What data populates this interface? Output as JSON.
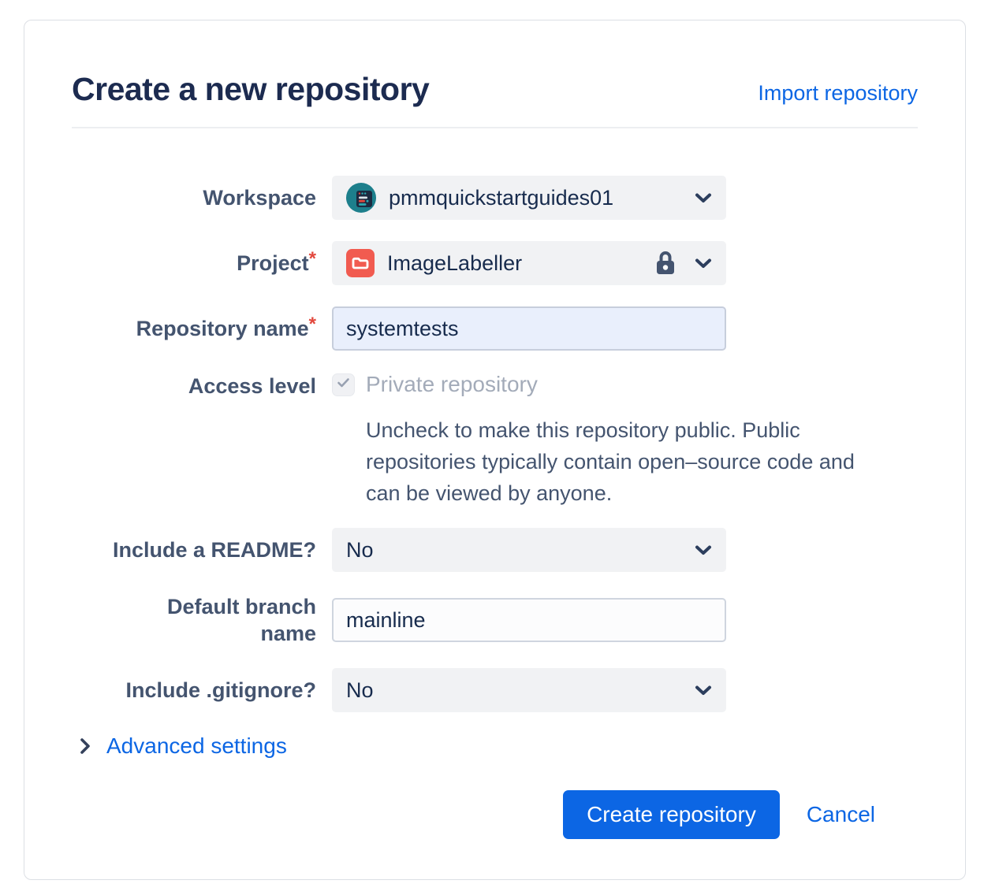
{
  "page": {
    "title": "Create a new repository",
    "import_link": "Import repository"
  },
  "form": {
    "workspace": {
      "label": "Workspace",
      "value": "pmmquickstartguides01"
    },
    "project": {
      "label": "Project",
      "required_mark": "*",
      "value": "ImageLabeller"
    },
    "repository_name": {
      "label": "Repository name",
      "required_mark": "*",
      "value": "systemtests"
    },
    "access_level": {
      "label": "Access level",
      "checkbox_checked": true,
      "checkbox_label": "Private repository",
      "help": "Uncheck to make this repository public. Public repositories typically contain open–source code and can be viewed by anyone."
    },
    "readme": {
      "label": "Include a README?",
      "value": "No"
    },
    "default_branch": {
      "label": "Default branch name",
      "value": "mainline"
    },
    "gitignore": {
      "label": "Include .gitignore?",
      "value": "No"
    },
    "advanced": {
      "label": "Advanced settings"
    }
  },
  "footer": {
    "create_label": "Create repository",
    "cancel_label": "Cancel"
  },
  "icons": {
    "workspace_avatar": "teal-workspace-avatar",
    "project_icon": "red-folder",
    "lock_icon": "padlock",
    "chevron_down_icon": "chevron-down",
    "chevron_right_icon": "chevron-right",
    "checkmark_icon": "checkmark"
  },
  "colors": {
    "accent_blue": "#0C66E4",
    "title_navy": "#1C2B50",
    "label_slate": "#44546F",
    "disabled_text": "#A3ABB9",
    "required_red": "#E2483D",
    "select_fill": "#F1F2F4",
    "autofill_blue": "#E9EFFC",
    "avatar_teal": "#1D7F8C",
    "project_red": "#F15B50"
  }
}
